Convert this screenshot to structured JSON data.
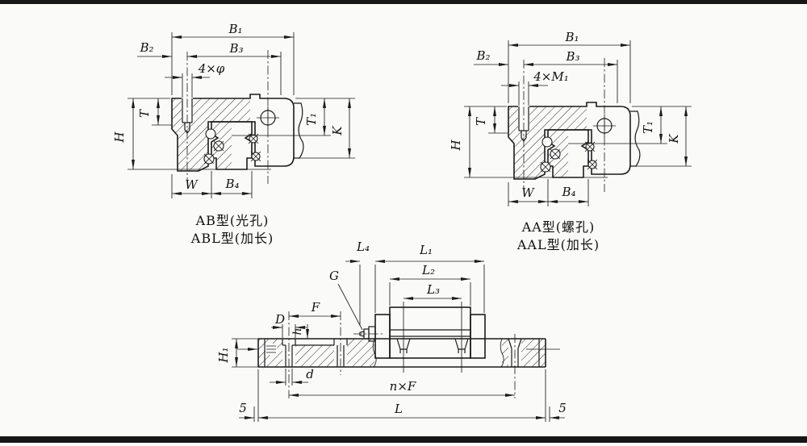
{
  "figure": {
    "type": "linear-guide-rail engineering drawing",
    "colors": {
      "line": "#1b1b1b",
      "background": "#fafaf9",
      "border_bar": "#161616"
    }
  },
  "views": {
    "ab": {
      "caption_line1": "AB型(光孔)",
      "caption_line2": "ABL型(加长)",
      "dims": {
        "b1": "B₁",
        "b3": "B₃",
        "b2": "B₂",
        "holes": "4×φ",
        "t": "T",
        "h": "H",
        "w": "W",
        "b4": "B₄",
        "t1": "T₁",
        "k": "K"
      }
    },
    "aa": {
      "caption_line1": "AA型(螺孔)",
      "caption_line2": "AAL型(加长)",
      "dims": {
        "b1": "B₁",
        "b3": "B₃",
        "b2": "B₂",
        "holes": "4×M₁",
        "t": "T",
        "h": "H",
        "w": "W",
        "b4": "B₄",
        "t1": "T₁",
        "k": "K"
      }
    },
    "side": {
      "dims": {
        "l4": "L₄",
        "l1": "L₁",
        "l2": "L₂",
        "l3": "L₃",
        "g": "G",
        "f": "F",
        "d_upper": "D",
        "h_step": "h",
        "h1": "H₁",
        "d_lower": "d",
        "nxf": "n×F",
        "l": "L",
        "end_left": "5",
        "end_right": "5"
      }
    }
  }
}
